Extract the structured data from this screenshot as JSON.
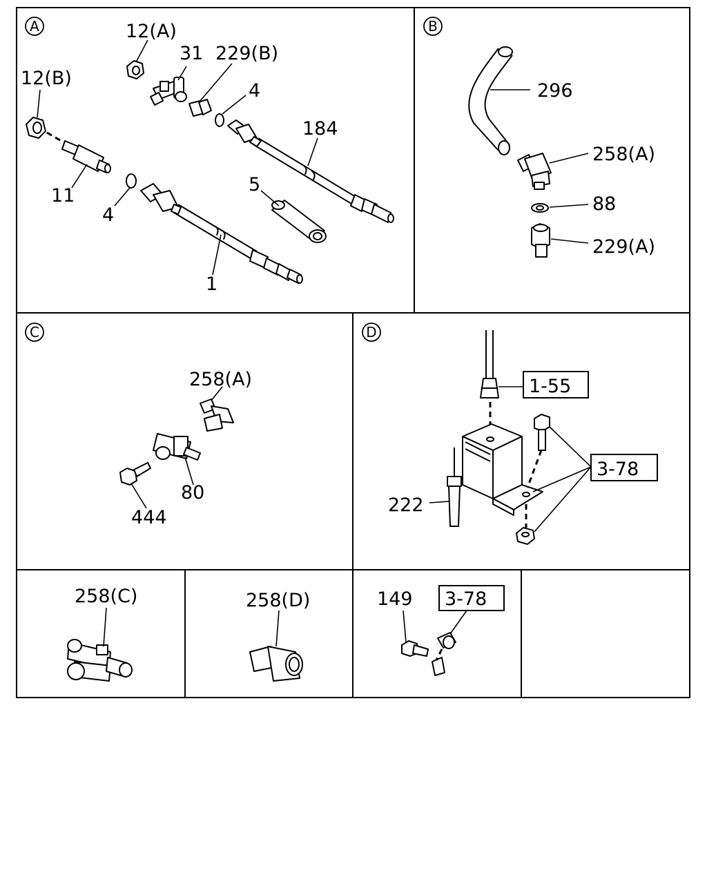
{
  "sections": {
    "A": {
      "marker": "A",
      "labels": {
        "p12a": "12(A)",
        "p31": "31",
        "p229b": "229(B)",
        "p12b": "12(B)",
        "p4_top": "4",
        "p184": "184",
        "p11": "11",
        "p4_bottom": "4",
        "p5": "5",
        "p1": "1"
      }
    },
    "B": {
      "marker": "B",
      "labels": {
        "p296": "296",
        "p258a": "258(A)",
        "p88": "88",
        "p229a": "229(A)"
      }
    },
    "C": {
      "marker": "C",
      "labels": {
        "p258a": "258(A)",
        "p80": "80",
        "p444": "444"
      }
    },
    "D": {
      "marker": "D",
      "labels": {
        "ref_1_55": "1-55",
        "ref_3_78": "3-78",
        "p222": "222"
      }
    },
    "E": {
      "labels": {
        "p258c": "258(C)"
      }
    },
    "F": {
      "labels": {
        "p258d": "258(D)"
      }
    },
    "G": {
      "labels": {
        "p149": "149",
        "ref_3_78": "3-78"
      }
    }
  }
}
